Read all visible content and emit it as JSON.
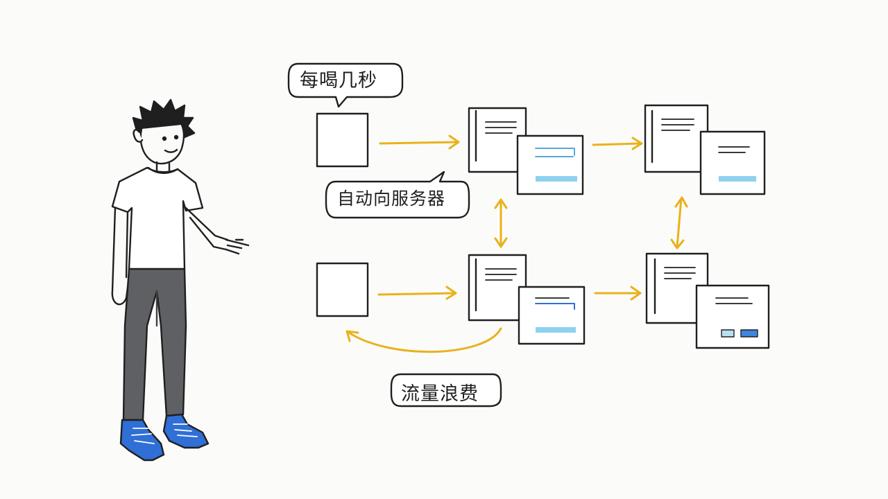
{
  "labels": {
    "bubble_top": "每喝几秒",
    "bubble_middle": "自动向服务器",
    "bubble_bottom": "流量浪费"
  },
  "colors": {
    "ink": "#1f1f1f",
    "arrow": "#e9b21a",
    "highlight": "#6fc0e4",
    "shoe": "#2f6fd6",
    "pants": "#5e6063"
  },
  "icons": {
    "person": "person-pointing-illustration",
    "client": "client-box-icon",
    "document": "document-stack-icon"
  }
}
